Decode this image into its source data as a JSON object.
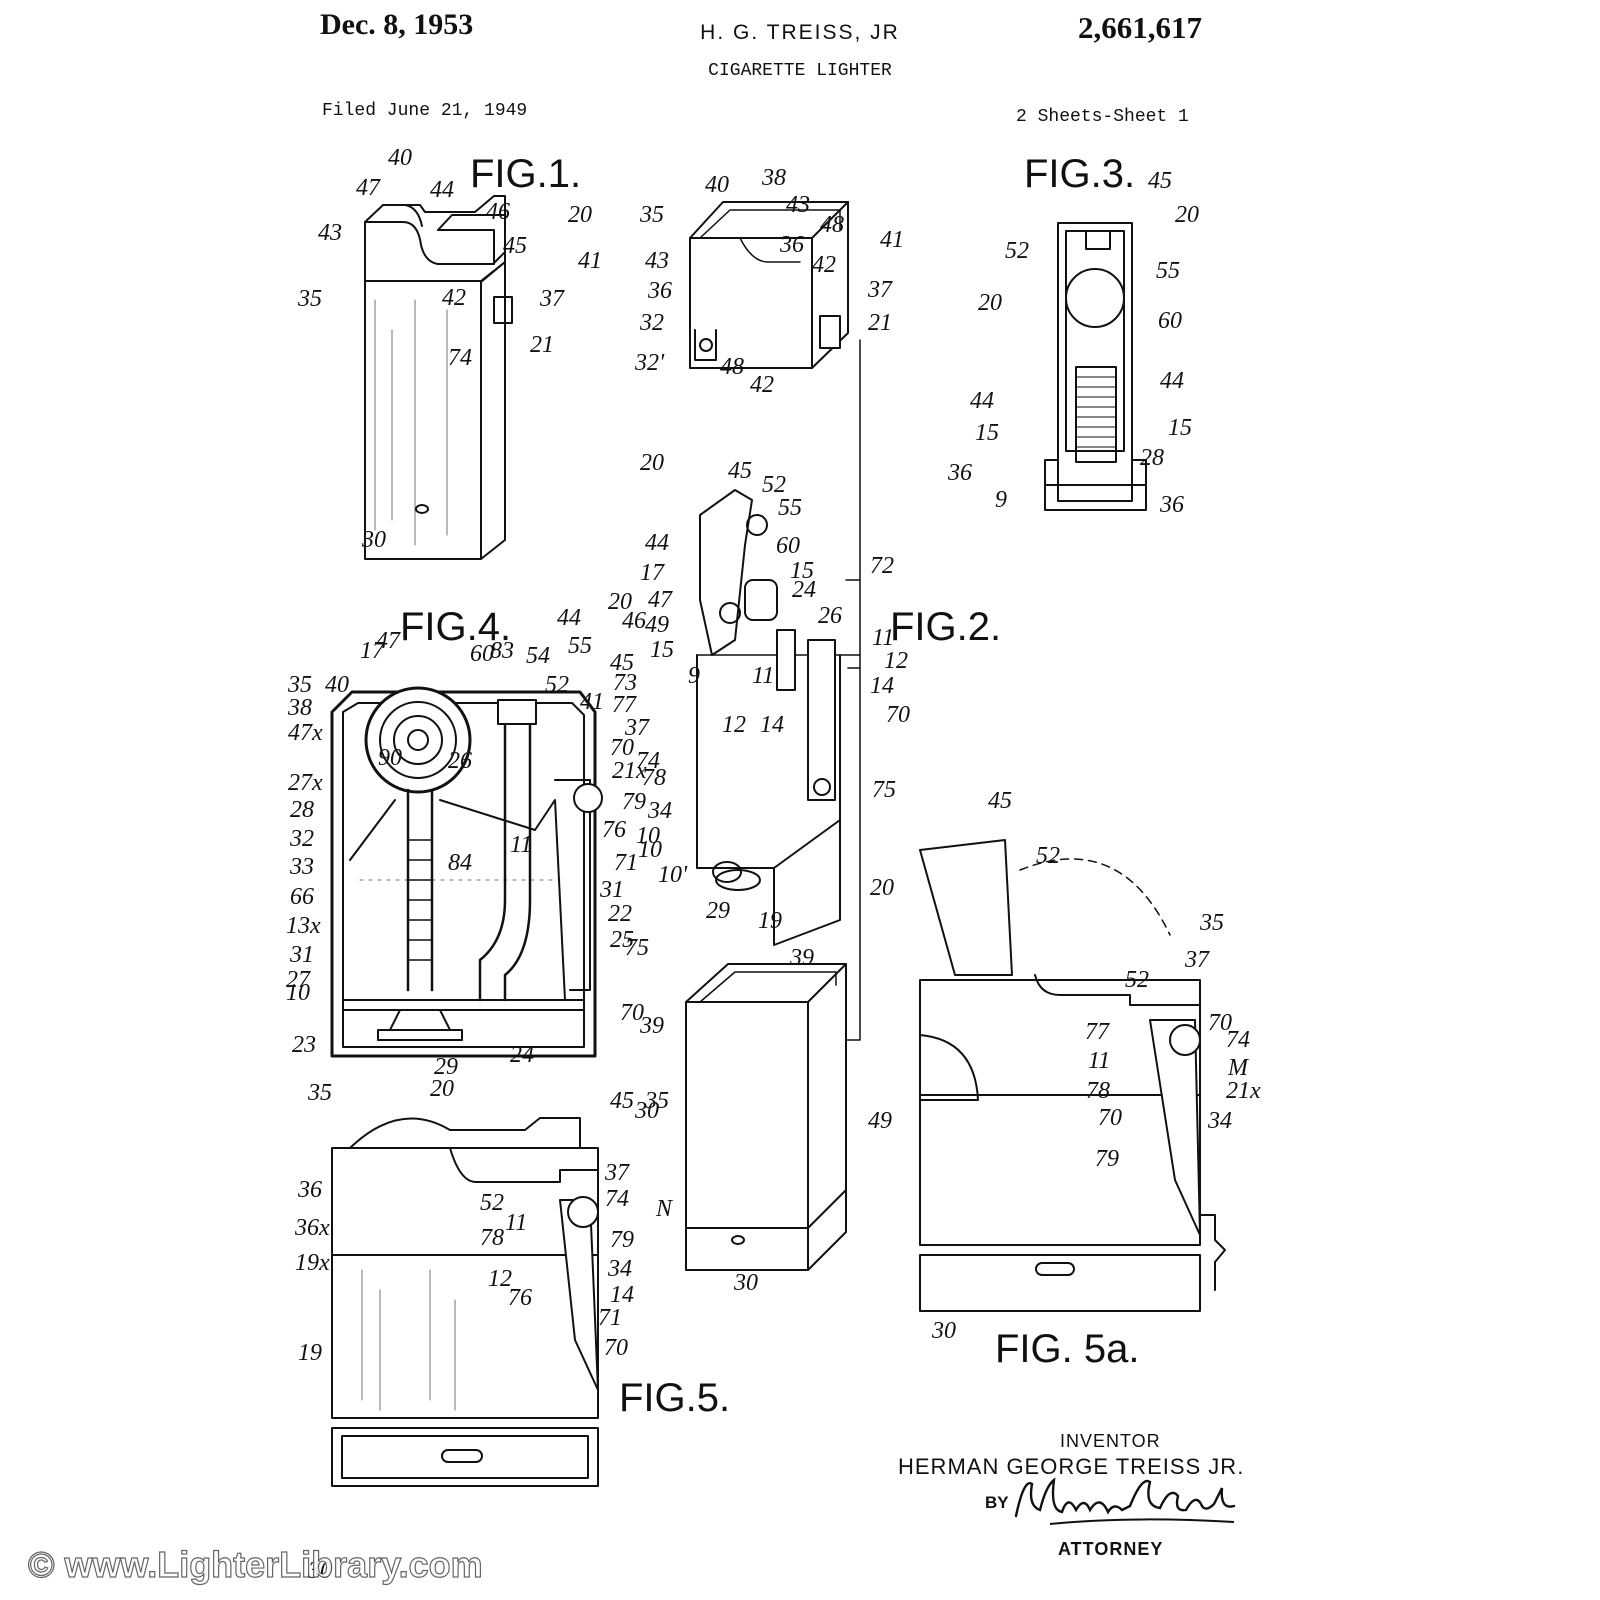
{
  "header": {
    "date": "Dec. 8, 1953",
    "inventor_short": "H. G. TREISS, JR",
    "patent_number": "2,661,617",
    "title": "CIGARETTE LIGHTER",
    "filed": "Filed June 21, 1949",
    "sheets": "2 Sheets-Sheet 1"
  },
  "figures": {
    "fig1": "FIG.1.",
    "fig2": "FIG.2.",
    "fig3": "FIG.3.",
    "fig4": "FIG.4.",
    "fig5": "FIG.5.",
    "fig5a": "FIG. 5a."
  },
  "refs": {
    "fig1": [
      "40",
      "47",
      "44",
      "46",
      "20",
      "43",
      "45",
      "41",
      "35",
      "42",
      "37",
      "74",
      "21",
      "30"
    ],
    "fig2_top": [
      "40",
      "38",
      "35",
      "43",
      "48",
      "36",
      "41",
      "43",
      "42",
      "36",
      "37",
      "32",
      "21",
      "32'",
      "48",
      "42"
    ],
    "fig2_mid": [
      "20",
      "45",
      "52",
      "55",
      "44",
      "60",
      "15",
      "17",
      "24",
      "72",
      "47",
      "26",
      "49",
      "15",
      "11",
      "12",
      "9",
      "11",
      "14",
      "12",
      "14",
      "70",
      "75",
      "10",
      "10'",
      "29",
      "19"
    ],
    "fig2_bot": [
      "39",
      "39",
      "30",
      "30"
    ],
    "fig3": [
      "45",
      "20",
      "52",
      "55",
      "20",
      "60",
      "44",
      "44",
      "15",
      "15",
      "36",
      "28",
      "9",
      "36"
    ],
    "fig4": [
      "20",
      "44",
      "46",
      "83",
      "54",
      "55",
      "47",
      "60",
      "45",
      "35",
      "40",
      "17",
      "73",
      "52",
      "38",
      "41",
      "77",
      "47x",
      "37",
      "90",
      "70",
      "26",
      "74",
      "27x",
      "21x",
      "78",
      "28",
      "79",
      "34",
      "32",
      "11",
      "76",
      "10",
      "84",
      "33",
      "71",
      "66",
      "31",
      "13x",
      "22",
      "25",
      "31",
      "75",
      "27",
      "70",
      "10",
      "23",
      "29",
      "24"
    ],
    "fig5": [
      "35",
      "20",
      "45",
      "35",
      "36",
      "37",
      "52",
      "74",
      "36x",
      "11",
      "N",
      "78",
      "79",
      "19x",
      "12",
      "34",
      "76",
      "14",
      "71",
      "19",
      "70",
      "30"
    ],
    "fig5a": [
      "45",
      "52",
      "20",
      "35",
      "37",
      "52",
      "70",
      "77",
      "74",
      "11",
      "M",
      "78",
      "21x",
      "49",
      "70",
      "34",
      "79",
      "30"
    ]
  },
  "inventor": {
    "label": "INVENTOR",
    "name": "HERMAN GEORGE TREISS JR.",
    "by": "BY",
    "attorney": "ATTORNEY"
  },
  "watermark": "© www.LighterLibrary.com",
  "colors": {
    "ink": "#111111",
    "paper": "#ffffff"
  }
}
